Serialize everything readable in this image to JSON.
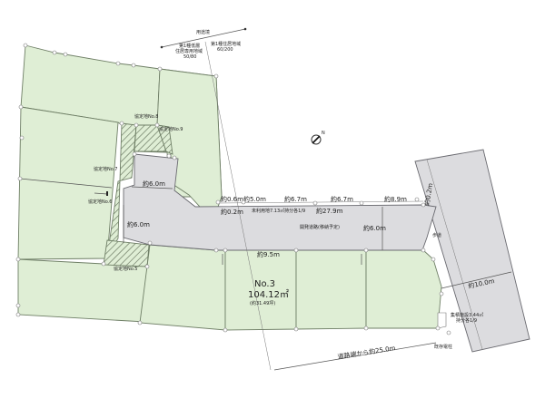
{
  "zoning": {
    "border_label": "用途境",
    "zone_left_line1": "第1種低層",
    "zone_left_line2": "住居専用地域",
    "zone_left_ratio": "50/80",
    "zone_right_line1": "第1種住居地域",
    "zone_right_ratio": "60/200"
  },
  "compass": {
    "north_label": "N"
  },
  "agreement_lots": {
    "no8": "協定地No.8",
    "no9": "協定地No.9",
    "no7": "協定地No.7",
    "no6": "協定地No.6",
    "no5": "協定地No.5"
  },
  "dimensions": {
    "d_6_0_top": "約6.0m",
    "d_6_0_left": "約6.0m",
    "d_0_6": "約0.6m",
    "d_5_0": "約5.0m",
    "d_6_7_a": "約6.7m",
    "d_6_7_b": "約6.7m",
    "d_8_9": "約8.9m",
    "d_0_2_left": "約0.2m",
    "d_27_9": "約27.9m",
    "d_0_2_right": "約0.2m",
    "d_6_0_right": "約6.0m",
    "d_9_5": "約9.5m",
    "d_10_0": "約10.0m",
    "d_25_0": "道路端から約25.0m"
  },
  "road": {
    "unused_land": "未利用地7.13㎡持分各1/9",
    "dev_road": "開発道路(移納予定)",
    "sidewalk": "歩道"
  },
  "featured_lot": {
    "number": "No.3",
    "area_sqm": "104.12㎡",
    "area_tsubo": "(約31.49坪)"
  },
  "waste_area": {
    "line1": "集積施設3.44㎡",
    "line2": "持分各1/9"
  },
  "utility_pole": "既存電柱",
  "colors": {
    "lot_fill": "#dfeed5",
    "road_fill": "#dcdcdf",
    "line": "#6f7f66"
  }
}
